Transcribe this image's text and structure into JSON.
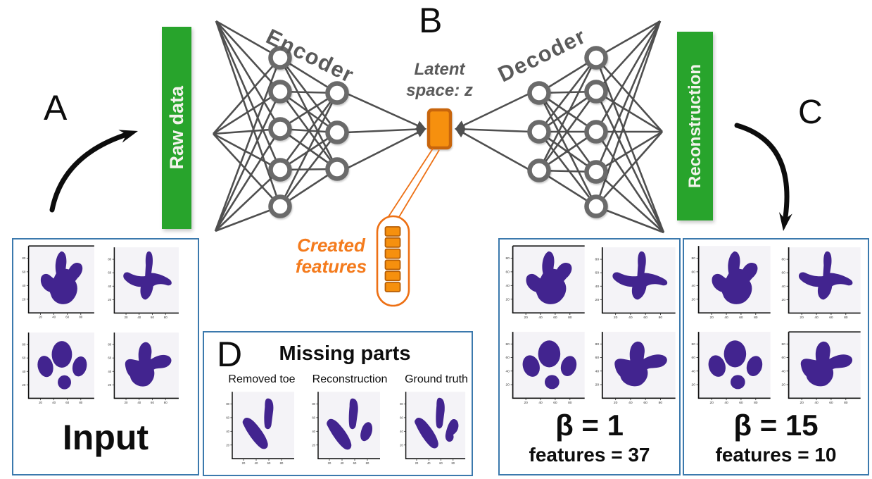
{
  "figure": {
    "section_labels": {
      "a": "A",
      "b": "B",
      "c": "C",
      "d": "D"
    },
    "flow": {
      "raw_data_label": "Raw data",
      "reconstruction_label": "Reconstruction",
      "encoder_label": "Encoder",
      "decoder_label": "Decoder",
      "latent_label_line1": "Latent",
      "latent_label_line2": "space: z",
      "created_features_line1": "Created",
      "created_features_line2": "features",
      "latent_units_count": 6
    },
    "panels": {
      "input": {
        "title": "Input",
        "plots": [
          "theropod",
          "bird",
          "paw",
          "wide"
        ]
      },
      "missing_parts": {
        "label": "D",
        "title": "Missing parts",
        "columns": [
          {
            "label": "Removed toe",
            "shape": "removed_toe"
          },
          {
            "label": "Reconstruction",
            "shape": "recon_toes"
          },
          {
            "label": "Ground truth",
            "shape": "ground_truth"
          }
        ]
      },
      "beta1": {
        "beta_label": "β = 1",
        "features_label": "features = 37",
        "plots": [
          "theropod",
          "bird",
          "paw",
          "wide"
        ]
      },
      "beta15": {
        "beta_label": "β = 15",
        "features_label": "features = 10",
        "plots": [
          "theropod",
          "bird",
          "paw",
          "wide"
        ]
      }
    },
    "axis_ticks": [
      "20",
      "40",
      "60",
      "80"
    ],
    "colors": {
      "green": "#28a42c",
      "orange_fill": "#f6900e",
      "orange_border": "#c8650c",
      "orange_line": "#ed7014",
      "orange_text": "#f47b1d",
      "footprint": "#42248f",
      "panel_border": "#3b79ad",
      "node_stroke": "#6a6a6a",
      "edge_gray": "#4f4f4f",
      "label_gray": "#5a5a5a",
      "plot_bg": "#f4f3f7"
    }
  }
}
